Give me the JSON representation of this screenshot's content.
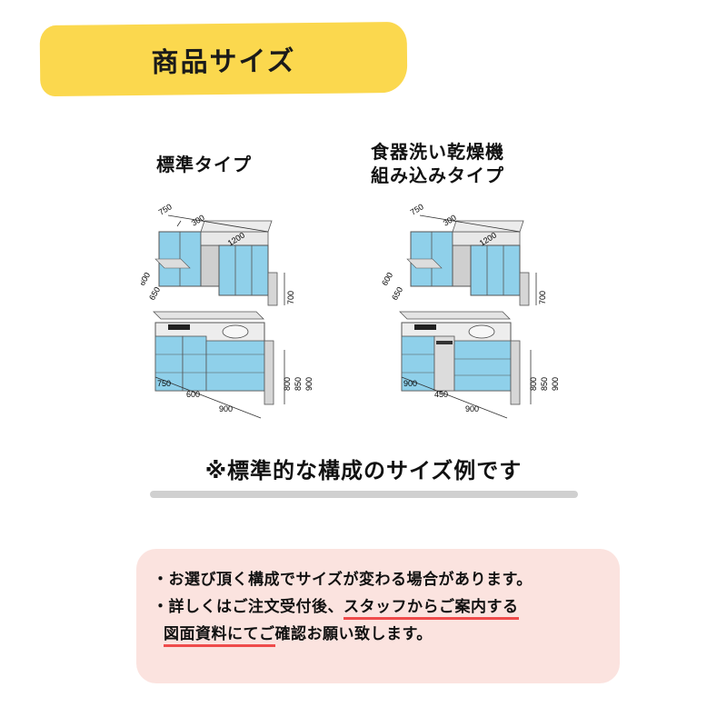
{
  "title": "商品サイズ",
  "types": {
    "standard": {
      "label": "標準タイプ",
      "upper_widths": [
        "750",
        "300",
        "1200"
      ],
      "upper_height": "700",
      "depths": [
        "600",
        "650"
      ],
      "lower_widths": [
        "750",
        "600",
        "900"
      ],
      "lower_heights": [
        "800",
        "850",
        "900"
      ]
    },
    "dishwasher": {
      "label_line1": "食器洗い乾燥機",
      "label_line2": "組み込みタイプ",
      "upper_widths": [
        "750",
        "300",
        "1200"
      ],
      "upper_height": "700",
      "depths": [
        "600",
        "650"
      ],
      "lower_widths": [
        "900",
        "450",
        "900"
      ],
      "lower_heights": [
        "800",
        "850",
        "900"
      ]
    }
  },
  "note": "※標準的な構成のサイズ例です",
  "info": {
    "line1": "・お選び頂く構成でサイズが変わる場合があります。",
    "line2_prefix": "・詳しくはご注文受付後、",
    "line2_highlight": "スタッフからご案内する",
    "line3_highlight": "図面資料にてご",
    "line3_suffix": "確認お願い致します。"
  },
  "colors": {
    "banner": "#fbd84e",
    "info_background": "#fbe3df",
    "underline": "#ef4b4b",
    "cabinet_blue": "#8fd0ea"
  }
}
